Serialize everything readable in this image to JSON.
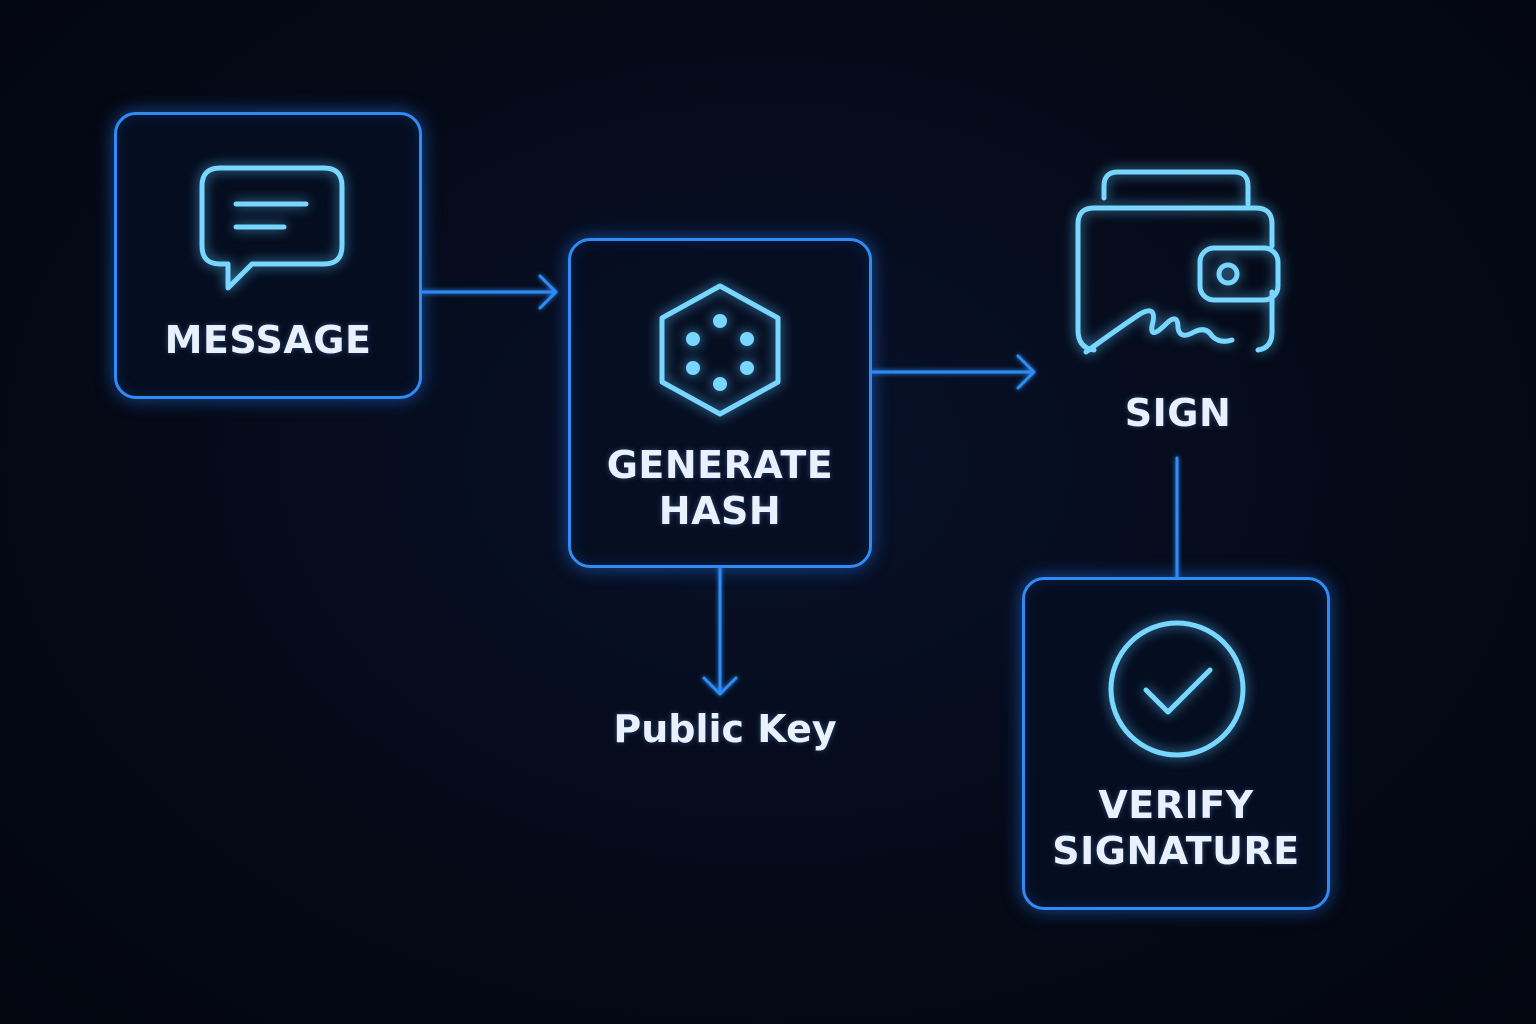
{
  "nodes": {
    "message": {
      "label": "MESSAGE",
      "icon": "chat-bubble-icon"
    },
    "hash": {
      "label_line1": "GENERATE",
      "label_line2": "HASH",
      "icon": "hexagon-dots-icon"
    },
    "sign": {
      "label": "SIGN",
      "icon": "wallet-signature-icon"
    },
    "verify": {
      "label_line1": "VERIFY",
      "label_line2": "SIGNATURE",
      "icon": "check-circle-icon"
    },
    "public_key": {
      "label": "Public Key"
    }
  },
  "colors": {
    "background": "#050a17",
    "box_border": "#2f8cf5",
    "icon_stroke": "#79d6ff",
    "text": "#e9f1ff"
  }
}
